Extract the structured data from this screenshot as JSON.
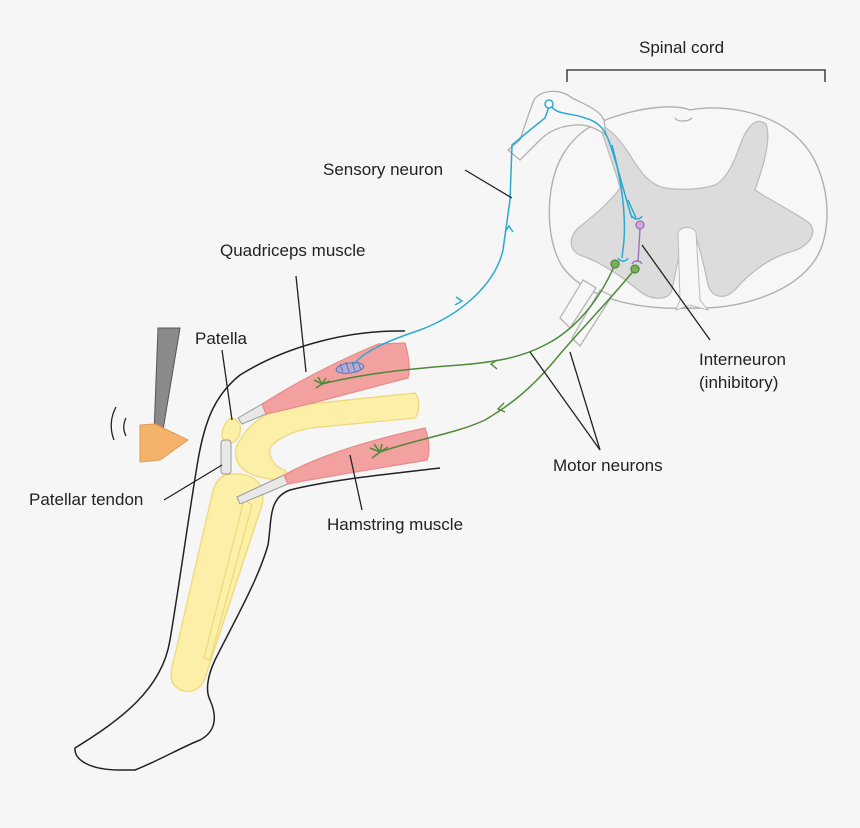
{
  "labels": {
    "spinal_cord": "Spinal cord",
    "sensory_neuron": "Sensory neuron",
    "quadriceps_muscle": "Quadriceps muscle",
    "patella": "Patella",
    "patellar_tendon": "Patellar tendon",
    "hamstring_muscle": "Hamstring muscle",
    "interneuron_line1": "Interneuron",
    "interneuron_line2": "(inhibitory)",
    "motor_neurons": "Motor neurons"
  },
  "colors": {
    "sensory": "#2aa9d1",
    "motor": "#4f8a3a",
    "interneuron": "#a070b8",
    "muscle": "#f3a0a0",
    "bone": "#fcefa8",
    "hammer": "#8a8a8a",
    "hammer_tip": "#f5b26b",
    "grey_matter": "#dcdcdc",
    "outline": "#222222"
  }
}
